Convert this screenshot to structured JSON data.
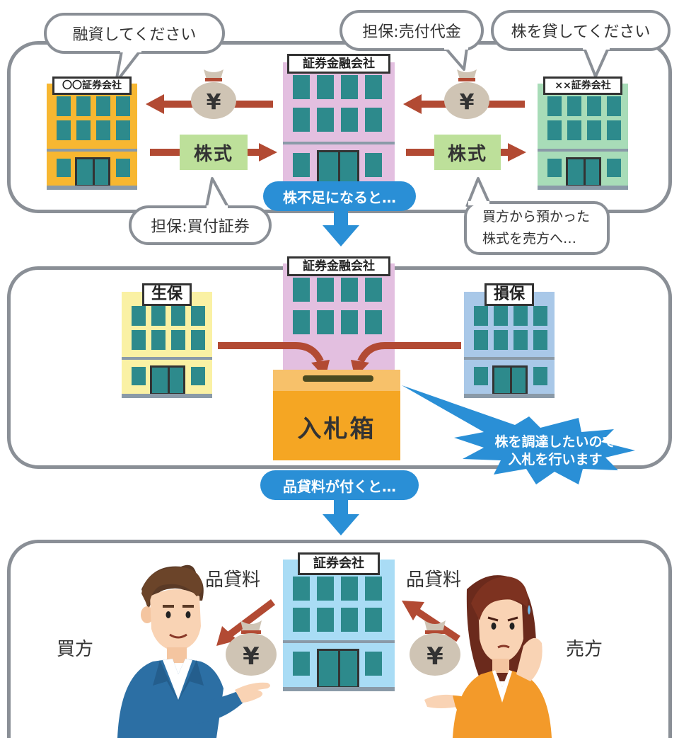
{
  "top_panel": {
    "bubble_loan": "融資してください",
    "bubble_collateral_sell": "担保:売付代金",
    "bubble_lend_stock": "株を貸してください",
    "bubble_collateral_buy": "担保:買付証券",
    "bubble_forward_line1": "買方から預かった",
    "bubble_forward_line2": "株式を売方へ…",
    "left_company": "〇〇証券会社",
    "center_company": "証券金融会社",
    "right_company": "××証券会社",
    "stock_left": "株式",
    "stock_right": "株式",
    "yen_symbol": "¥"
  },
  "transition_1": "株不足になると…",
  "middle_panel": {
    "center_company": "証券金融会社",
    "left_company": "生保",
    "right_company": "損保",
    "bid_box": "入札箱",
    "burst_line1": "株を調達したいので",
    "burst_line2": "入札を行います"
  },
  "transition_2": "品貸料が付くと…",
  "bottom_panel": {
    "center_company": "証券会社",
    "fee_left": "品貸料",
    "fee_right": "品貸料",
    "buyer": "買方",
    "seller": "売方",
    "yen_symbol": "¥"
  },
  "colors": {
    "border": "#8a8f96",
    "accent_blue": "#2a8fd6",
    "arrow_red": "#b24a33",
    "stock_green": "#bde09a",
    "box_orange": "#f5a623"
  }
}
